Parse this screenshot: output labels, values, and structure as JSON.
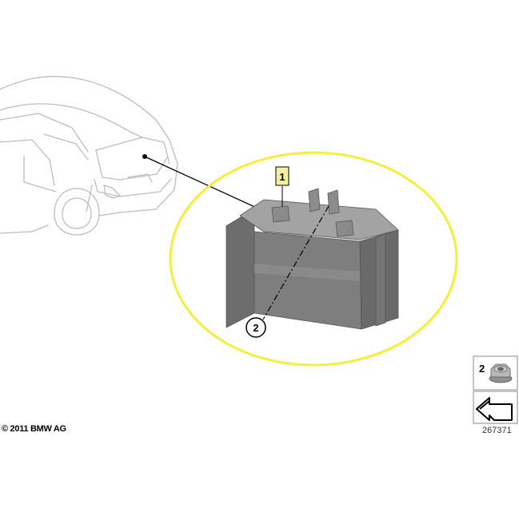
{
  "callouts": {
    "part_1": "1",
    "part_2": "2"
  },
  "legend": {
    "item_number": "2"
  },
  "footer": {
    "copyright": "© 2011 BMW AG",
    "diagram_number": "267371"
  },
  "colors": {
    "highlight_ellipse": "#f5ef3a",
    "callout_1_fill": "#f7f2a2",
    "module_gray": "#7f7f7f",
    "car_outline": "#bdbdbd"
  },
  "icons": {
    "nut": "hex-flange-nut-icon",
    "component": "control-module-icon",
    "vehicle": "hatchback-rear-view-icon",
    "installation": "installation-arrow-icon"
  }
}
